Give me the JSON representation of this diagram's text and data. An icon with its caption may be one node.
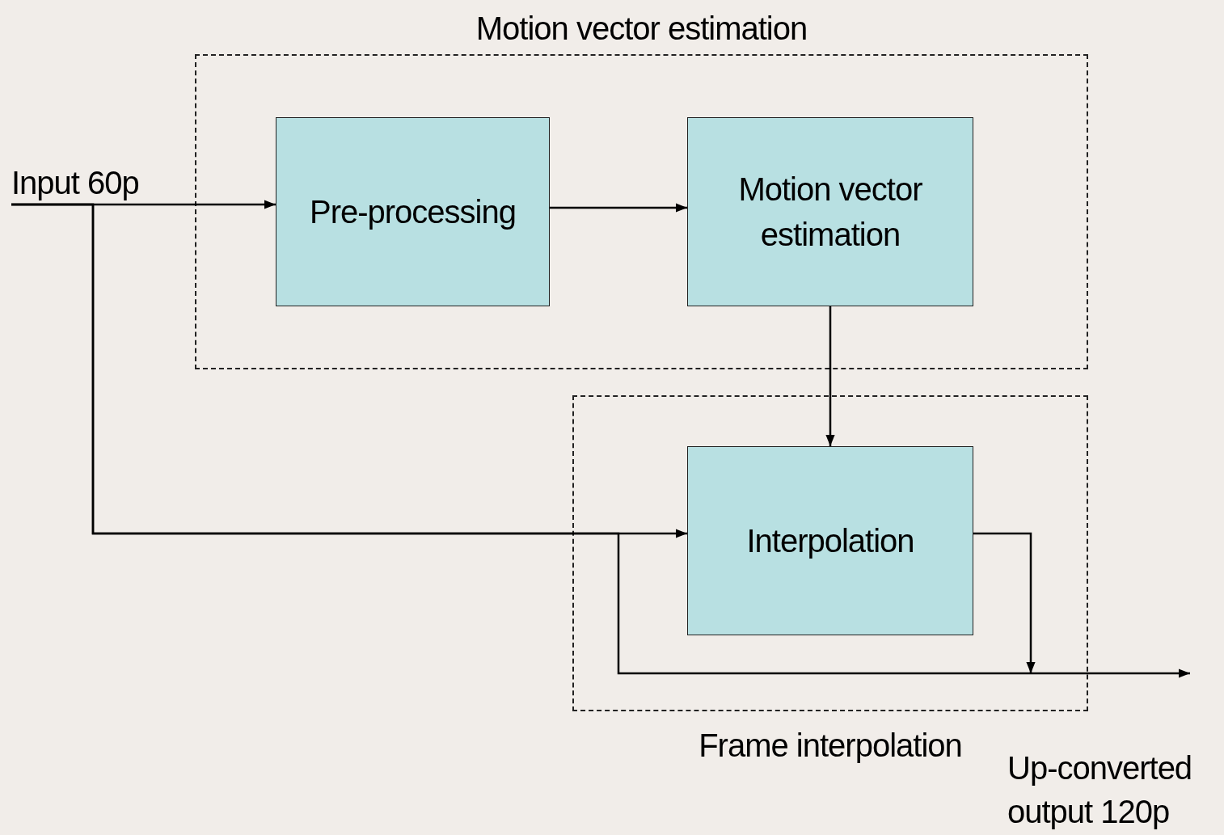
{
  "diagram": {
    "nodes": [
      {
        "text": [
          "Motion vector estimation"
        ]
      },
      {
        "text": [
          "Pre-processing"
        ],
        "in": 0
      },
      {
        "text": [
          "Motion vector estimation"
        ],
        "in": 0
      },
      {
        "text": [
          "Frame interpolation"
        ]
      },
      {
        "text": [
          "Interpolation"
        ],
        "in": 3
      },
      {
        "text": [
          "Input 60p"
        ]
      },
      {
        "text": [
          "Up-converted output 120p"
        ]
      }
    ],
    "edges": [
      {
        "from": 5,
        "to": 1,
        "arrow": "to"
      },
      {
        "from": 1,
        "to": 2,
        "arrow": "to"
      },
      {
        "from": 5,
        "to": 4,
        "arrow": "to"
      },
      {
        "from": 2,
        "to": 4,
        "arrow": "to"
      },
      {
        "from": 5,
        "to": 6,
        "arrow": "to"
      },
      {
        "from": 4,
        "to": 6,
        "arrow": "to"
      }
    ]
  }
}
